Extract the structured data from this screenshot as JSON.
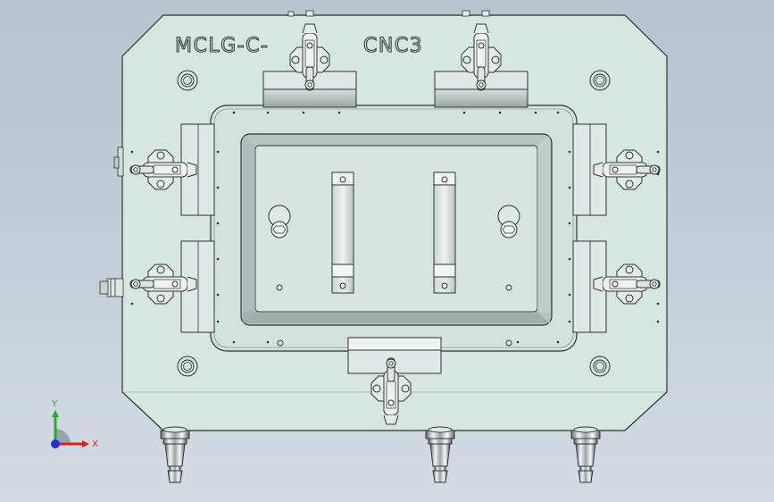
{
  "engraving": {
    "left_text": "MCLG-C-",
    "right_text": "CNC3"
  },
  "triad": {
    "x_label": "X",
    "y_label": "Y"
  },
  "colors": {
    "plate": "#d8e6e2",
    "plate_shade": "#c9d9d4",
    "line": "#2d3432",
    "steel_light": "#eef0f1",
    "steel_dark": "#6f7678",
    "cavity": "#d9e5e1",
    "axis_x": "#e02020",
    "axis_y": "#20b020",
    "axis_z": "#2030d0"
  }
}
